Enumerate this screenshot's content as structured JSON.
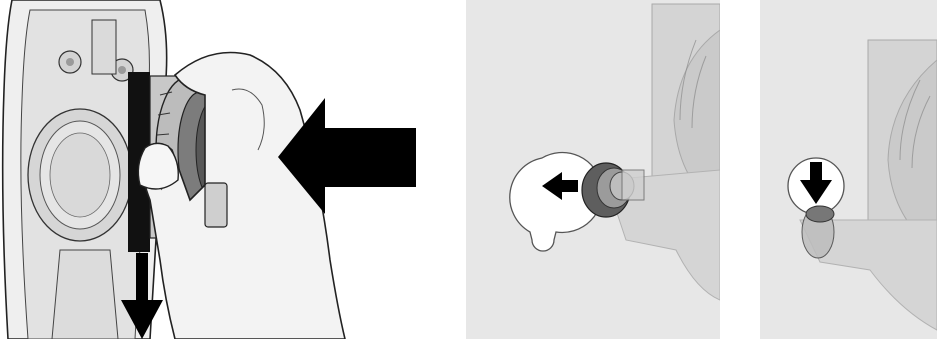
{
  "illustration": {
    "panels": [
      {
        "step": "insert-dial",
        "arrows": [
          "push-left",
          "push-down"
        ]
      },
      {
        "step": "align-keyhole",
        "arrows": [
          "push-left"
        ]
      },
      {
        "step": "slide-down",
        "arrows": [
          "push-down"
        ]
      }
    ],
    "colors": {
      "background": "#ffffff",
      "panel_bg": "#e7e7e7",
      "device_light": "#efefef",
      "device_mid": "#cfcfcf",
      "device_dark": "#8c8c8c",
      "arrow": "#000000",
      "hand": "#f3f3f3",
      "outline": "#222222"
    }
  }
}
